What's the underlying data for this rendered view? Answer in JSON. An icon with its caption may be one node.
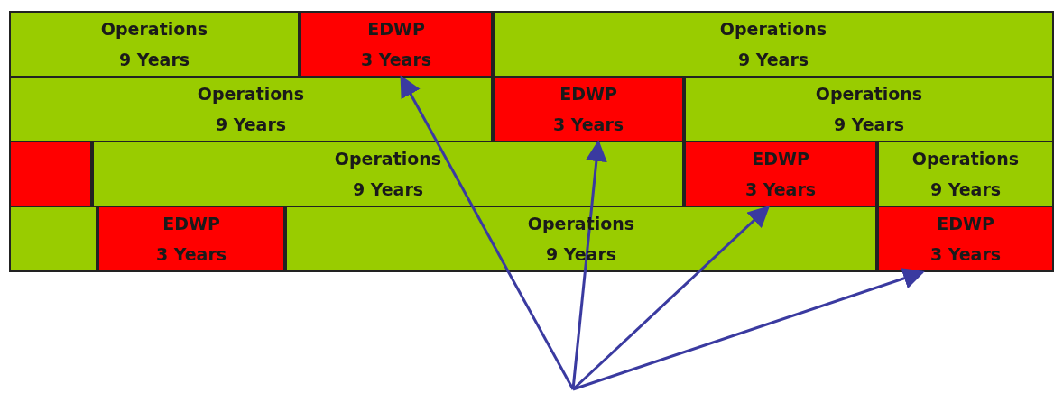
{
  "diagram": {
    "nodes": [
      {
        "text": [
          "Operations",
          "9 Years"
        ]
      },
      {
        "text": [
          "EDWP",
          "3 Years"
        ]
      },
      {
        "text": [
          "Operations",
          "9 Years"
        ]
      },
      {
        "text": [
          "Operations",
          "9 Years"
        ]
      },
      {
        "text": [
          "EDWP",
          "3 Years"
        ]
      },
      {
        "text": [
          "Operations",
          "9 Years"
        ]
      },
      {
        "text": [],
        "shape": "box"
      },
      {
        "text": [
          "Operations",
          "9 Years"
        ]
      },
      {
        "text": [
          "EDWP",
          "3 Years"
        ]
      },
      {
        "text": [
          "Operations",
          "9 Years"
        ]
      },
      {
        "text": [],
        "shape": "box"
      },
      {
        "text": [
          "EDWP",
          "3 Years"
        ]
      },
      {
        "text": [
          "Operations",
          "9 Years"
        ]
      },
      {
        "text": [
          "EDWP",
          "3 Years"
        ]
      }
    ],
    "edges": [
      {
        "from": null,
        "to": 1,
        "arrow": "to"
      },
      {
        "from": null,
        "to": 4,
        "arrow": "to"
      },
      {
        "from": null,
        "to": 8,
        "arrow": "to"
      },
      {
        "from": null,
        "to": 13,
        "arrow": "to"
      }
    ]
  }
}
